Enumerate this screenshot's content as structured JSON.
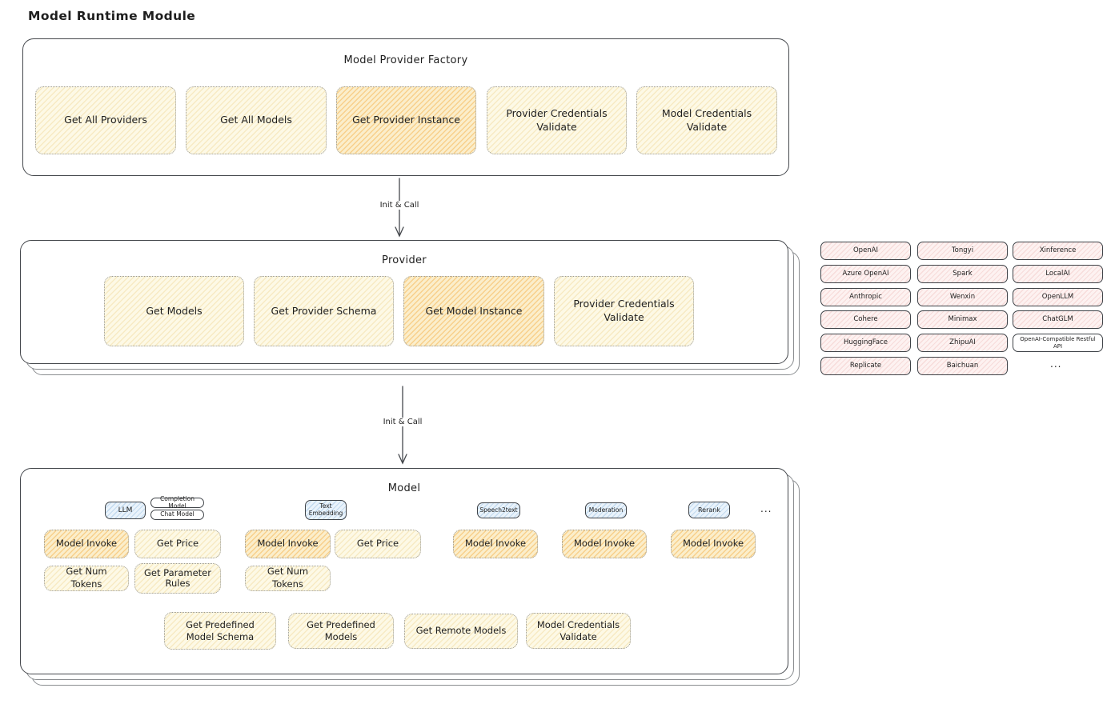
{
  "page": {
    "title": "Model Runtime Module"
  },
  "colors": {
    "ink": "#1e1e1e",
    "yellow_fill": "#fdf9e6",
    "orange_fill": "#fbeecb",
    "pink_fill": "#fdf2f1",
    "blue_fill": "#eaf3fb"
  },
  "factory": {
    "title": "Model Provider Factory",
    "items": [
      {
        "label": "Get All Providers"
      },
      {
        "label": "Get All Models"
      },
      {
        "label": "Get Provider Instance"
      },
      {
        "label": "Provider Credentials Validate"
      },
      {
        "label": "Model Credentials Validate"
      }
    ]
  },
  "connections": {
    "arrow1_label": "Init & Call",
    "arrow2_label": "Init & Call"
  },
  "provider": {
    "title": "Provider",
    "items": [
      {
        "label": "Get Models"
      },
      {
        "label": "Get Provider Schema"
      },
      {
        "label": "Get Model Instance"
      },
      {
        "label": "Provider Credentials Validate"
      }
    ]
  },
  "providers": {
    "rows": [
      [
        "OpenAI",
        "Tongyi",
        "Xinference"
      ],
      [
        "Azure OpenAI",
        "Spark",
        "LocalAI"
      ],
      [
        "Anthropic",
        "Wenxin",
        "OpenLLM"
      ],
      [
        "Cohere",
        "Minimax",
        "ChatGLM"
      ],
      [
        "HuggingFace",
        "ZhipuAI",
        "OpenAI-Compatible Restful API"
      ],
      [
        "Replicate",
        "Baichuan",
        "..."
      ]
    ]
  },
  "model": {
    "title": "Model",
    "types": {
      "llm": "LLM",
      "completion": "Completion Model",
      "chat": "Chat Model",
      "text_embedding": "Text Embedding",
      "speech2text": "Speech2text",
      "moderation": "Moderation",
      "rerank": "Rerank",
      "more": "..."
    },
    "functions": {
      "model_invoke": "Model Invoke",
      "get_price": "Get Price",
      "get_num_tokens": "Get Num Tokens",
      "get_parameter_rules": "Get Parameter Rules",
      "get_predefined_model_schema": "Get Predefined Model Schema",
      "get_predefined_models": "Get Predefined Models",
      "get_remote_models": "Get Remote Models",
      "model_credentials_validate": "Model Credentials Validate"
    }
  }
}
